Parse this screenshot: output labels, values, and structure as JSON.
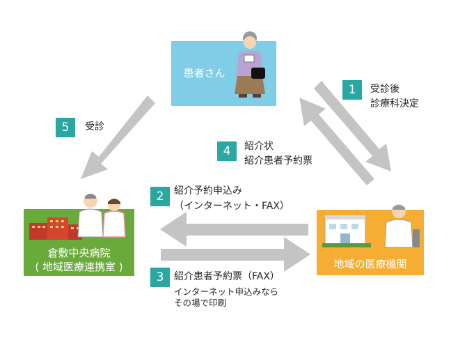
{
  "nodes": {
    "patient": {
      "label": "患者さん",
      "color": "#7fcde6"
    },
    "hospital": {
      "line1": "倉敷中央病院",
      "line2": "( 地域医療連携室 )",
      "color": "#6aaa3a"
    },
    "clinic": {
      "label": "地域の医療機関",
      "color": "#f5ad33"
    }
  },
  "steps": [
    {
      "number": "1",
      "lines": [
        "受診後",
        "診療科決定"
      ]
    },
    {
      "number": "2",
      "lines": [
        "紹介予約申込み",
        "（インターネット・FAX）"
      ]
    },
    {
      "number": "3",
      "lines": [
        "紹介患者予約票（FAX）"
      ],
      "sub_lines": [
        "インターネット申込みなら",
        "その場で印刷"
      ]
    },
    {
      "number": "4",
      "lines": [
        "紹介状",
        "紹介患者予約票"
      ]
    },
    {
      "number": "5",
      "lines": [
        "受診"
      ]
    }
  ],
  "colors": {
    "badge": "#2aa7a0",
    "arrow": "#c4c4c4"
  }
}
